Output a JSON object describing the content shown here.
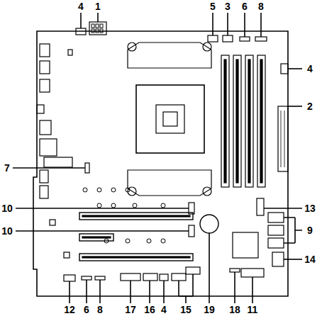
{
  "diagram": {
    "labels": [
      "4",
      "1",
      "5",
      "3",
      "6",
      "8",
      "4",
      "2",
      "7",
      "10",
      "13",
      "9",
      "10",
      "14",
      "12",
      "6",
      "8",
      "17",
      "16",
      "4",
      "15",
      "19",
      "18",
      "11"
    ]
  }
}
